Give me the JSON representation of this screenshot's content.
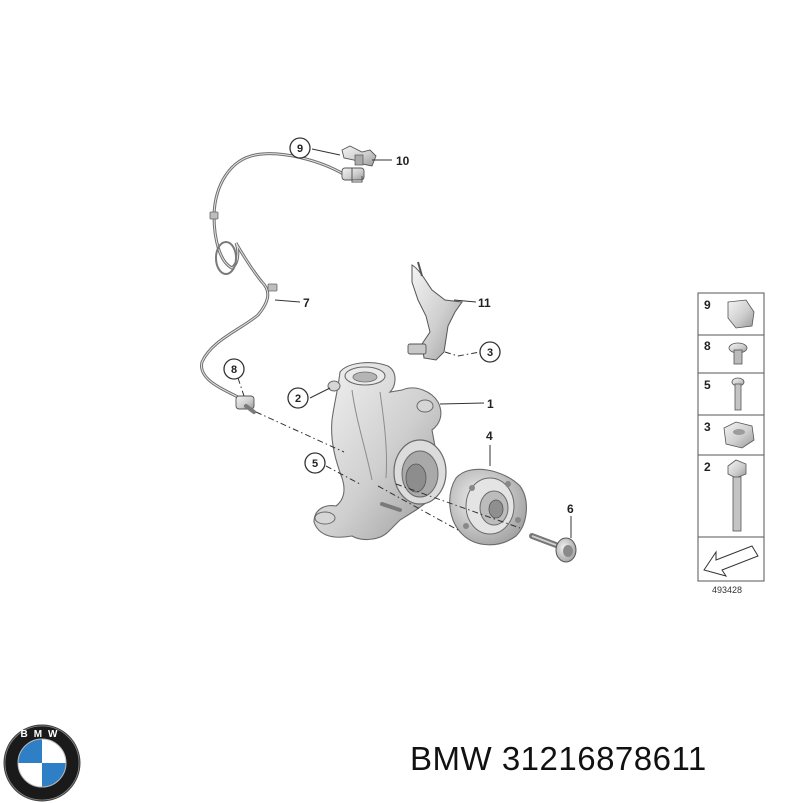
{
  "callouts": [
    "1",
    "2",
    "3",
    "4",
    "5",
    "6",
    "7",
    "8",
    "9",
    "10",
    "11"
  ],
  "legend": {
    "items": [
      "9",
      "8",
      "5",
      "3",
      "2"
    ],
    "ref": "493428"
  },
  "brand": {
    "logo_text": "BMW"
  },
  "caption": "BMW 31216878611"
}
